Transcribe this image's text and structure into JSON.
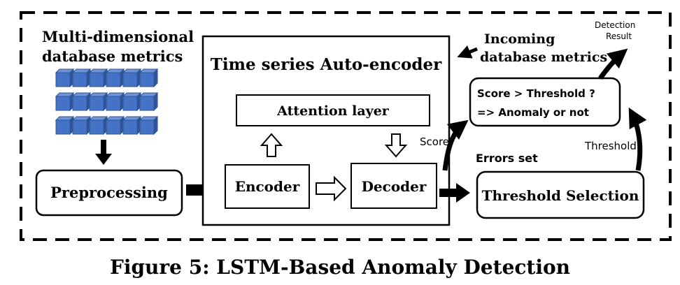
{
  "labels": {
    "input_metrics_line1": "Multi-dimensional",
    "input_metrics_line2": "database metrics",
    "autoencoder_title": "Time series Auto-encoder",
    "attention": "Attention layer",
    "encoder": "Encoder",
    "decoder": "Decoder",
    "preprocessing": "Preprocessing",
    "threshold_selection": "Threshold Selection",
    "score_check_line1": "Score > Threshold ?",
    "score_check_line2": "=> Anomaly or not",
    "incoming_line1": "Incoming",
    "incoming_line2": "database metrics",
    "detection_result_line1": "Detection",
    "detection_result_line2": "Result",
    "score": "Score",
    "threshold": "Threshold",
    "errors_set": "Errors set"
  },
  "caption": "Figure 5: LSTM-Based Anomaly Detection",
  "colors": {
    "cube_fill": "#4472c4",
    "cube_top": "#6f93d8",
    "cube_side": "#2f5597",
    "stroke": "#000000"
  }
}
